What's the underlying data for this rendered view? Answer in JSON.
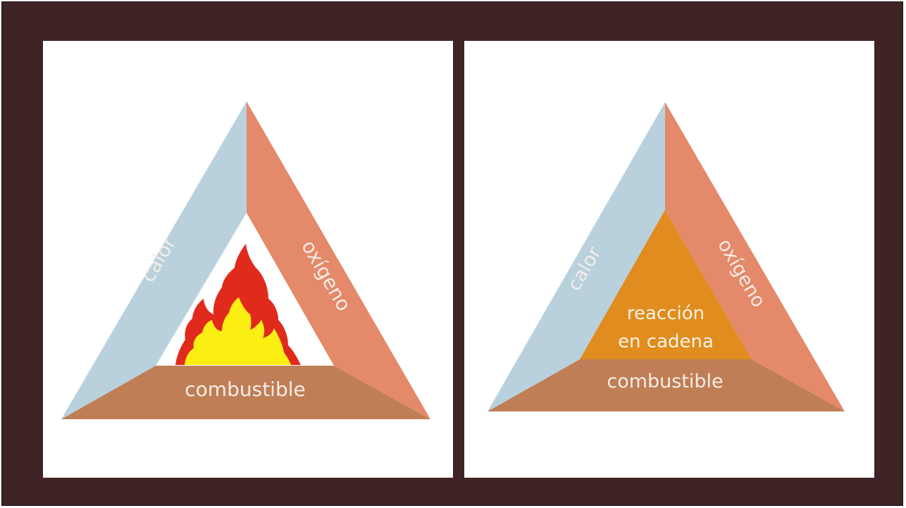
{
  "colors": {
    "background": "#3f2426",
    "panel": "#ffffff",
    "calor_side": "#b8d1dd",
    "oxigeno_side": "#e4896a",
    "combustible_side": "#c07e56",
    "chain_reaction": "#e08c1e",
    "flame_outer": "#e02a1c",
    "flame_inner": "#fbee12",
    "label_text": "#f4ece6"
  },
  "diagrams": [
    {
      "name": "fire-triangle",
      "labels": {
        "left": "calor",
        "right": "oxígeno",
        "bottom": "combustible"
      },
      "center_icon": "flame-icon"
    },
    {
      "name": "fire-tetrahedron",
      "labels": {
        "left": "calor",
        "right": "oxígeno",
        "bottom": "combustible",
        "center_line1": "reacción",
        "center_line2": "en cadena"
      }
    }
  ]
}
